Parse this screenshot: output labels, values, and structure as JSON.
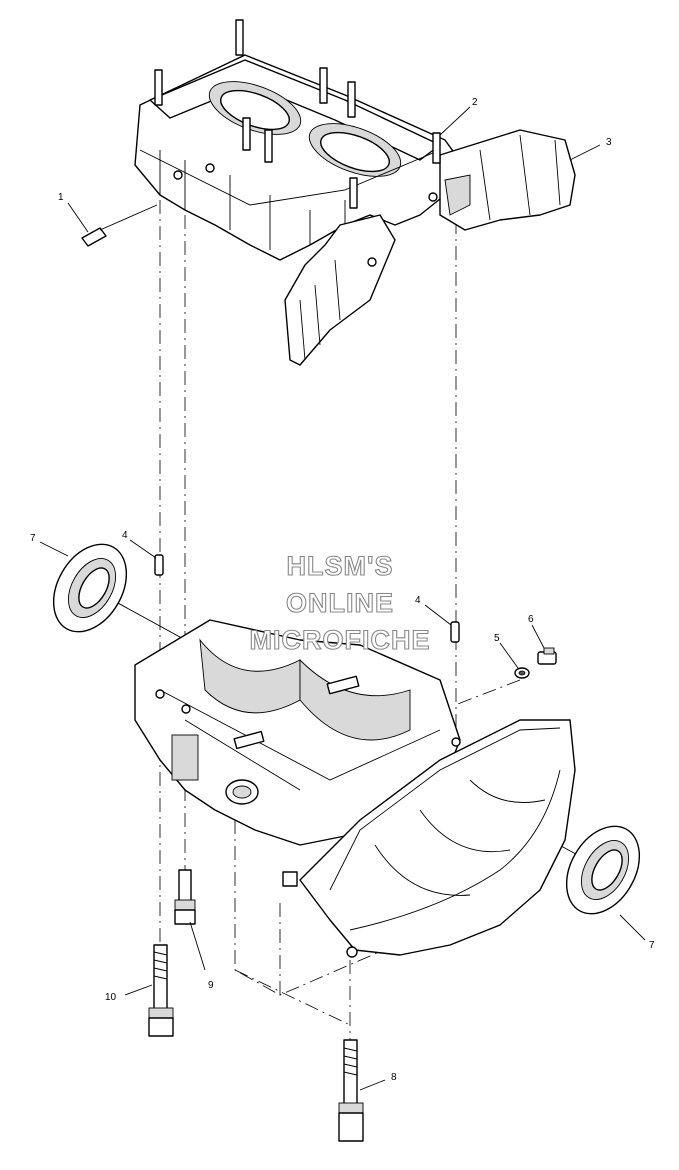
{
  "watermark": {
    "line1": "HLSM'S",
    "line2": "ONLINE",
    "line3": "MICROFICHE"
  },
  "callouts": {
    "c1": "1",
    "c2": "2",
    "c3": "3",
    "c4a": "4",
    "c4b": "4",
    "c5": "5",
    "c6": "6",
    "c7a": "7",
    "c7b": "7",
    "c8": "8",
    "c9": "9",
    "c10": "10"
  }
}
